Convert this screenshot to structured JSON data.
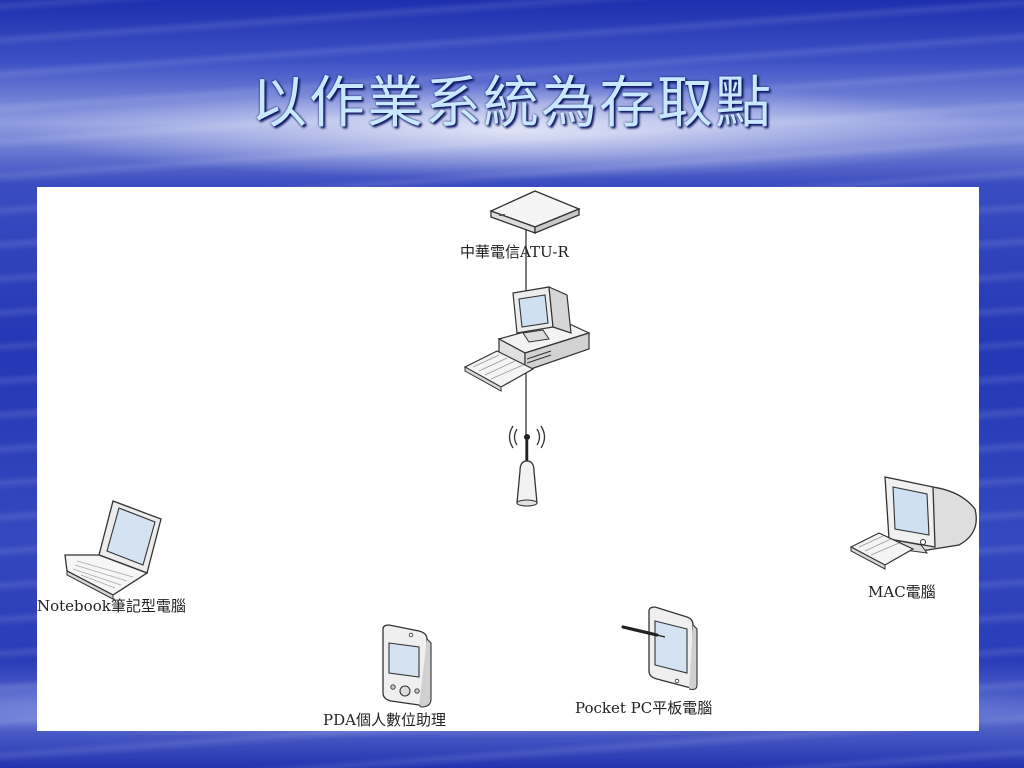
{
  "title": "以作業系統為存取點",
  "nodes": {
    "modem": "中華電信ATU-R",
    "notebook": "Notebook筆記型電腦",
    "mac": "MAC電腦",
    "pda": "PDA個人數位助理",
    "pocket_pc": "Pocket PC平板電腦"
  }
}
